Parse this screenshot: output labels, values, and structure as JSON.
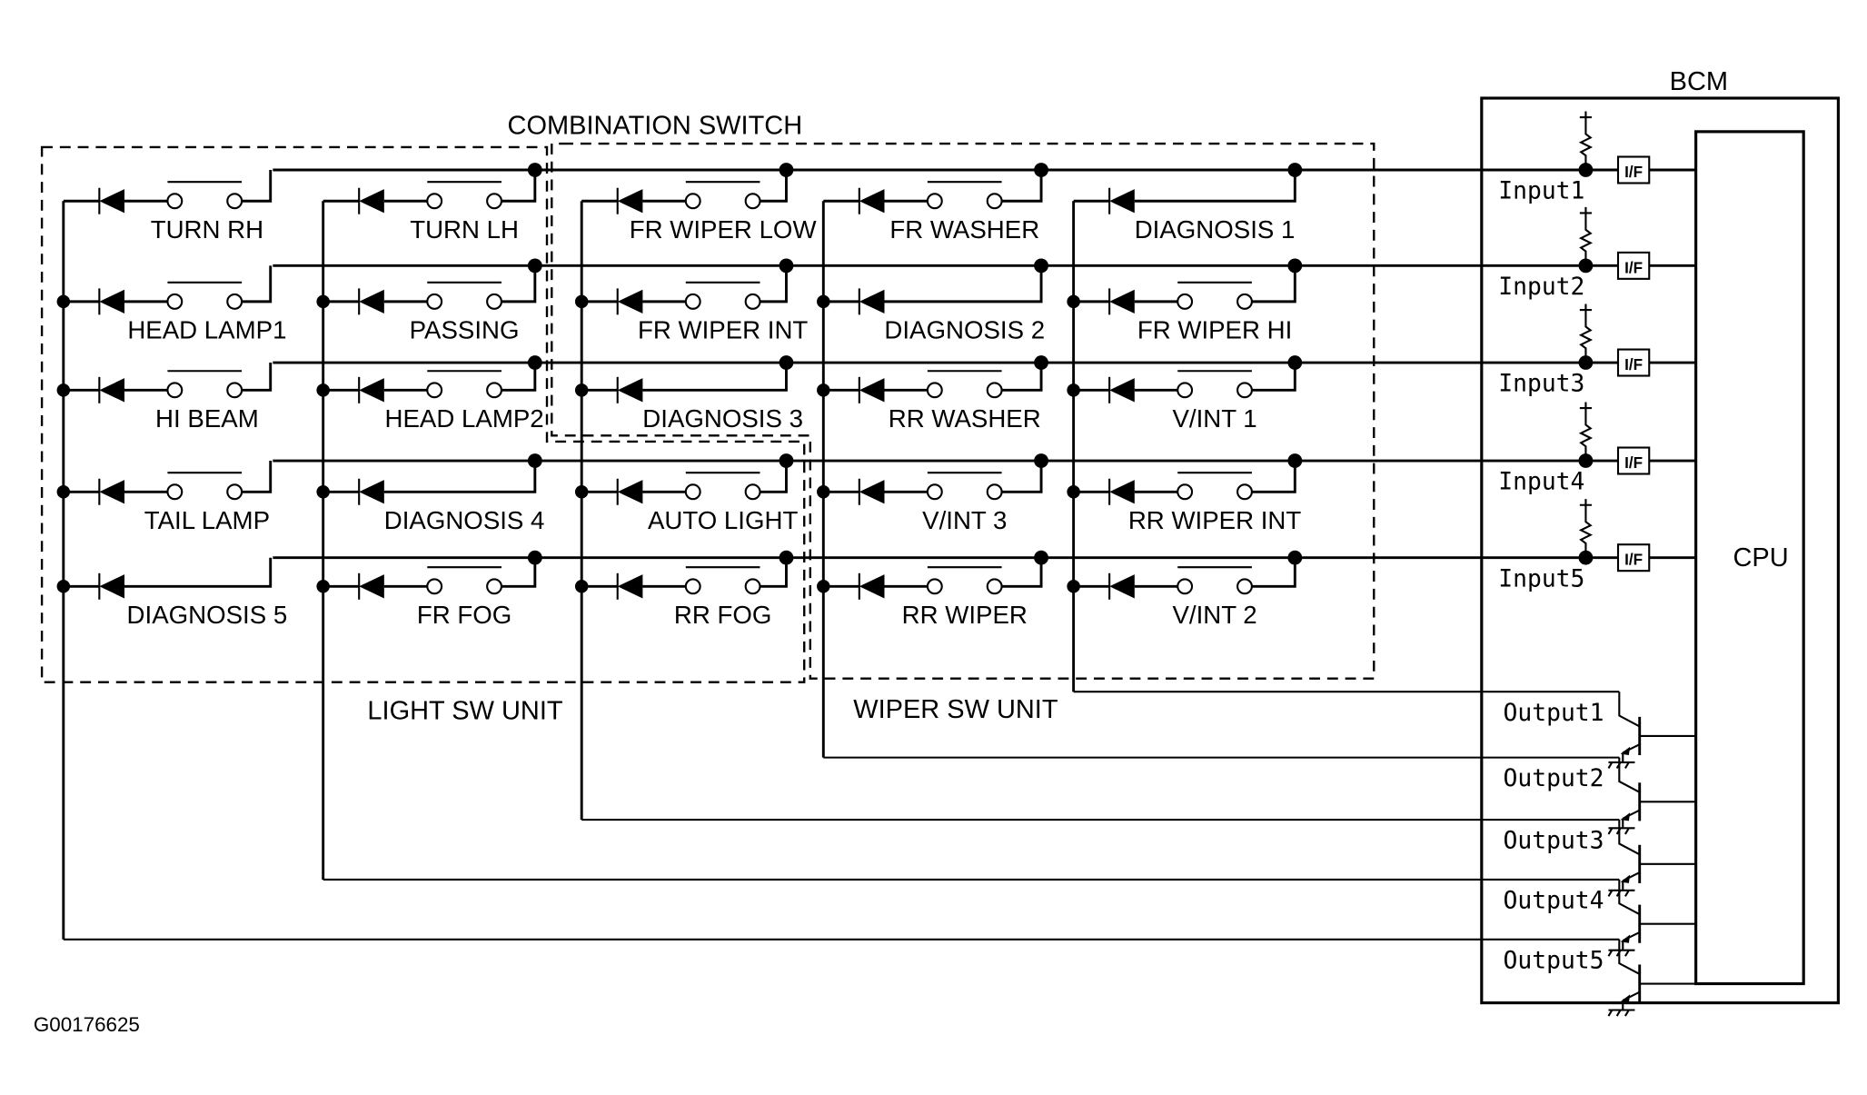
{
  "title": "COMBINATION SWITCH",
  "figure_id": "G00176625",
  "units": {
    "light_sw_unit": "LIGHT SW UNIT",
    "wiper_sw_unit": "WIPER SW UNIT",
    "bcm": "BCM",
    "cpu": "CPU",
    "interface": "I/F"
  },
  "inputs": [
    "Input1",
    "Input2",
    "Input3",
    "Input4",
    "Input5"
  ],
  "outputs": [
    "Output1",
    "Output2",
    "Output3",
    "Output4",
    "Output5"
  ],
  "columns": [
    {
      "output": "Output5",
      "switches": [
        {
          "label": "TURN RH",
          "type": "switch",
          "input": "Input1"
        },
        {
          "label": "HEAD LAMP1",
          "type": "switch",
          "input": "Input2"
        },
        {
          "label": "HI BEAM",
          "type": "switch",
          "input": "Input3"
        },
        {
          "label": "TAIL LAMP",
          "type": "switch",
          "input": "Input4"
        },
        {
          "label": "DIAGNOSIS 5",
          "type": "diagnosis",
          "input": "Input5"
        }
      ]
    },
    {
      "output": "Output4",
      "switches": [
        {
          "label": "TURN LH",
          "type": "switch",
          "input": "Input1"
        },
        {
          "label": "PASSING",
          "type": "switch",
          "input": "Input2"
        },
        {
          "label": "HEAD LAMP2",
          "type": "switch",
          "input": "Input3"
        },
        {
          "label": "DIAGNOSIS 4",
          "type": "diagnosis",
          "input": "Input4"
        },
        {
          "label": "FR FOG",
          "type": "switch",
          "input": "Input5"
        }
      ]
    },
    {
      "output": "Output3",
      "switches": [
        {
          "label": "FR WIPER LOW",
          "type": "switch",
          "input": "Input1"
        },
        {
          "label": "FR WIPER INT",
          "type": "switch",
          "input": "Input2"
        },
        {
          "label": "DIAGNOSIS 3",
          "type": "diagnosis",
          "input": "Input3"
        },
        {
          "label": "AUTO LIGHT",
          "type": "switch",
          "input": "Input4"
        },
        {
          "label": "RR FOG",
          "type": "switch",
          "input": "Input5"
        }
      ]
    },
    {
      "output": "Output2",
      "switches": [
        {
          "label": "FR WASHER",
          "type": "switch",
          "input": "Input1"
        },
        {
          "label": "DIAGNOSIS 2",
          "type": "diagnosis",
          "input": "Input2"
        },
        {
          "label": "RR WASHER",
          "type": "switch",
          "input": "Input3"
        },
        {
          "label": "V/INT 3",
          "type": "switch",
          "input": "Input4"
        },
        {
          "label": "RR WIPER",
          "type": "switch",
          "input": "Input5"
        }
      ]
    },
    {
      "output": "Output1",
      "switches": [
        {
          "label": "DIAGNOSIS 1",
          "type": "diagnosis",
          "input": "Input1"
        },
        {
          "label": "FR WIPER HI",
          "type": "switch",
          "input": "Input2"
        },
        {
          "label": "V/INT 1",
          "type": "switch",
          "input": "Input3"
        },
        {
          "label": "RR WIPER INT",
          "type": "switch",
          "input": "Input4"
        },
        {
          "label": "V/INT 2",
          "type": "switch",
          "input": "Input5"
        }
      ]
    }
  ]
}
